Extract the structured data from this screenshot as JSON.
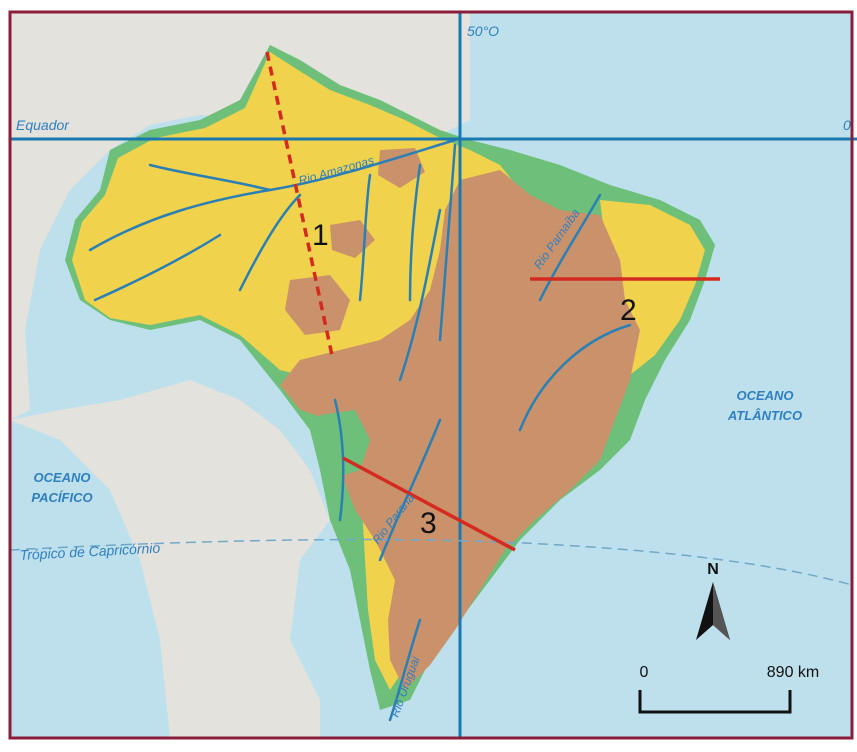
{
  "map": {
    "graticule": {
      "meridian_label": "50°O",
      "equator_label": "Equador",
      "equator_right_label": "0",
      "tropic_label": "Trópico de Capricórnio"
    },
    "rivers": {
      "amazonas": "Rio Amazonas",
      "parnaiba": "Rio Parnaíba",
      "parana": "Rio Paraná",
      "south": "Rio Uruguai"
    },
    "oceans": {
      "atlantic_line1": "OCEANO",
      "atlantic_line2": "ATLÂNTICO",
      "pacific_line1": "OCEANO",
      "pacific_line2": "PACÍFICO"
    },
    "profiles": [
      {
        "label": "1",
        "style": "dashed"
      },
      {
        "label": "2",
        "style": "solid"
      },
      {
        "label": "3",
        "style": "solid"
      }
    ],
    "north_label": "N",
    "scale": {
      "start": "0",
      "end": "890 km"
    },
    "colors": {
      "ocean": "#bde0ec",
      "land_outside": "#e4e2dc",
      "plain_yellow": "#f0d24c",
      "plateau_brown": "#c9926a",
      "lowland_green": "#6dbf7a",
      "rivers_lines": "#2a7fb5",
      "profile_lines": "#d42a1f",
      "frame": "#8a1d3a"
    }
  }
}
